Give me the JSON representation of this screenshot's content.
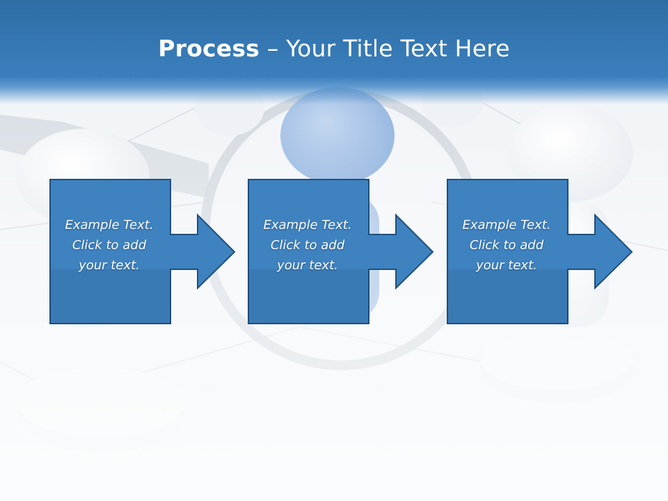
{
  "slide": {
    "title_bold": "Process",
    "title_rest": " – Your Title Text Here"
  },
  "steps": [
    {
      "text": "Example Text.\nClick  to add\nyour text."
    },
    {
      "text": "Example Text.\nClick  to add\nyour text."
    },
    {
      "text": "Example Text.\nClick  to add\nyour text."
    }
  ],
  "colors": {
    "header": "#3a7fbd",
    "box_fill": "#3e82c0",
    "box_border": "#1f4f7e",
    "text": "#ffffff"
  }
}
